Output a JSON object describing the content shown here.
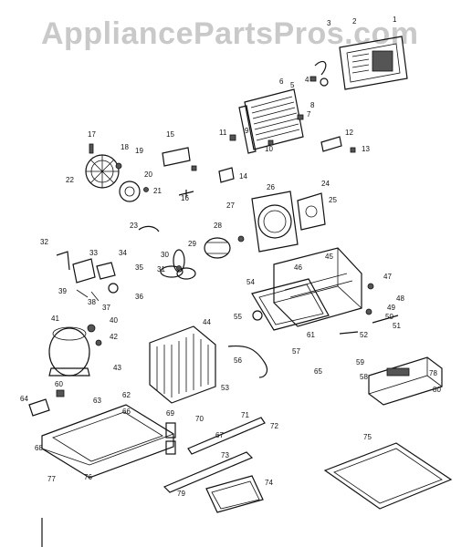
{
  "watermark": "AppliancePartsPros.com",
  "callouts": [
    "1",
    "2",
    "3",
    "4",
    "5",
    "6",
    "7",
    "8",
    "9",
    "10",
    "11",
    "12",
    "13",
    "14",
    "15",
    "16",
    "17",
    "18",
    "19",
    "20",
    "21",
    "22",
    "23",
    "24",
    "25",
    "26",
    "27",
    "28",
    "29",
    "30",
    "31",
    "32",
    "33",
    "34",
    "35",
    "36",
    "37",
    "38",
    "39",
    "40",
    "41",
    "42",
    "43",
    "44",
    "45",
    "46",
    "47",
    "48",
    "49",
    "50",
    "51",
    "52",
    "53",
    "54",
    "55",
    "56",
    "57",
    "58",
    "59",
    "60",
    "61",
    "62",
    "63",
    "64",
    "65",
    "66",
    "67",
    "68",
    "69",
    "70",
    "71",
    "72",
    "73",
    "74",
    "75",
    "76",
    "77",
    "78",
    "79",
    "80"
  ]
}
